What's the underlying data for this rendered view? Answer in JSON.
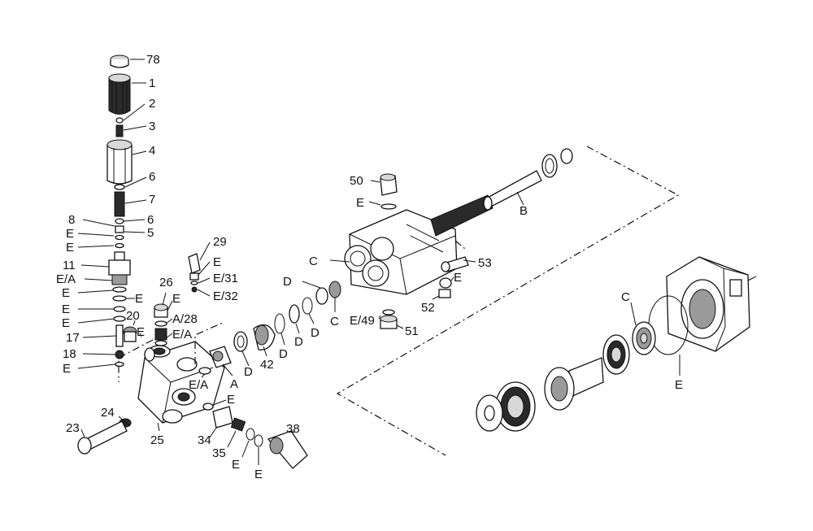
{
  "labels": {
    "p78": "78",
    "p1": "1",
    "p2": "2",
    "p3": "3",
    "p4": "4",
    "p6a": "6",
    "p7": "7",
    "p8": "8",
    "p6b": "6",
    "pE1": "E",
    "p5": "5",
    "pE2": "E",
    "p11": "11",
    "pEA1": "E/A",
    "pE3": "E",
    "pE4": "E",
    "pE5": "E",
    "pE6": "E",
    "p17": "17",
    "p18": "18",
    "pE7": "E",
    "p20": "20",
    "pE8": "E",
    "p26": "26",
    "pE9": "E",
    "pA28": "A/28",
    "pEA2": "E/A",
    "p29": "29",
    "pE10": "E",
    "pE31": "E/31",
    "pE32": "E/32",
    "pEA3": "E/A",
    "pA": "A",
    "pD1": "D",
    "p42": "42",
    "pD2": "D",
    "pD3": "D",
    "pD4": "D",
    "pD5": "D",
    "pC1": "C",
    "pC2": "C",
    "p50": "50",
    "pE11": "E",
    "pB": "B",
    "p53": "53",
    "pE12": "E",
    "p52": "52",
    "pE49": "E/49",
    "p51": "51",
    "pE13": "E",
    "p24": "24",
    "p23": "23",
    "p25": "25",
    "p34": "34",
    "p35": "35",
    "pE14": "E",
    "pE15": "E",
    "p38": "38",
    "pC3": "C",
    "pE16": "E"
  }
}
